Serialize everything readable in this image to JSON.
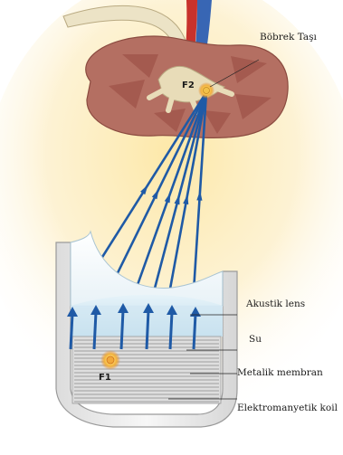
{
  "labels": {
    "kidney_stone": "Böbrek Taşı",
    "acoustic_lens": "Akustik lens",
    "water": "Su",
    "metal_membrane": "Metalik membran",
    "electromagnetic_coil": "Elektromanyetik koil"
  },
  "focal_points": {
    "f1": "F1",
    "f2": "F2"
  },
  "colors": {
    "kidney": "#b46f62",
    "kidney_medulla": "#a2574c",
    "pelvis": "#e8dcb8",
    "ureter": "#ece3c6",
    "artery": "#c8322c",
    "vein": "#3866b4",
    "shock_wave": "#1f5aa6",
    "water": "#cfe6f2",
    "housing": "#f0f0f0",
    "halo": "#fbe6a6",
    "stone": "#f2c14a"
  },
  "icons": {
    "kidney": "kidney-illustration",
    "stone": "stone-spark-icon",
    "f1_source": "shock-source-spark-icon"
  }
}
